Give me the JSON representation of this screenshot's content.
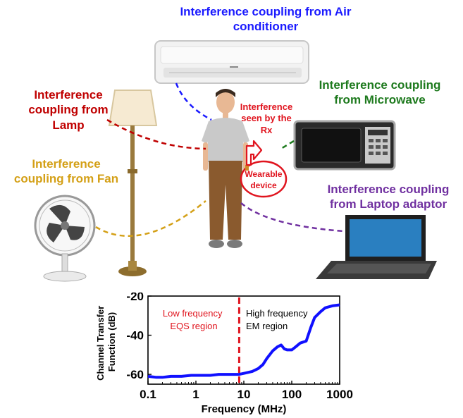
{
  "colors": {
    "air_conditioner": "#1a1aff",
    "lamp": "#c00000",
    "microwave": "#1e7a1e",
    "fan": "#d4a017",
    "laptop": "#7030a0",
    "rx": "#e0141e",
    "curve": "#1010ff"
  },
  "labels": {
    "air_conditioner": [
      "Interference coupling from Air",
      "conditioner"
    ],
    "lamp": [
      "Interference",
      "coupling from",
      "Lamp"
    ],
    "microwave": [
      "Interference coupling",
      "from Microwave"
    ],
    "fan": [
      "Interference",
      "coupling from Fan"
    ],
    "laptop": [
      "Interference coupling",
      "from Laptop adaptor"
    ],
    "rx": [
      "Interference",
      "seen by the",
      "Rx"
    ],
    "wearable": [
      "Wearable",
      "device"
    ]
  },
  "icons": [
    "air-conditioner-icon",
    "floor-lamp-icon",
    "microwave-icon",
    "desk-fan-icon",
    "laptop-icon",
    "person-avatar",
    "wearable-device-icon"
  ],
  "chart_data": {
    "type": "line",
    "xlabel": "Frequency (MHz)",
    "ylabel": "Channel Transfer Function (dB)",
    "x_scale": "log",
    "xlim": [
      0.1,
      1000
    ],
    "ylim": [
      -65,
      -20
    ],
    "x_ticks": [
      "0.1",
      "1",
      "10",
      "100",
      "1000"
    ],
    "x_tick_values": [
      0.1,
      1,
      10,
      100,
      1000
    ],
    "y_ticks": [
      "-20",
      "-40",
      "-60"
    ],
    "y_tick_values": [
      -20,
      -40,
      -60
    ],
    "boundary_x": 8,
    "region_low": [
      "Low frequency",
      "EQS region"
    ],
    "region_high": [
      "High frequency",
      "EM region"
    ],
    "series": [
      {
        "x": [
          0.1,
          0.15,
          0.2,
          0.3,
          0.5,
          0.8,
          1,
          2,
          3,
          5,
          8,
          10,
          15,
          20,
          25,
          30,
          40,
          50,
          60,
          70,
          80,
          100,
          120,
          150,
          200,
          250,
          300,
          400,
          500,
          700,
          1000
        ],
        "y": [
          -61,
          -61.5,
          -61.5,
          -61,
          -61,
          -60.5,
          -60.5,
          -60.5,
          -60,
          -60,
          -60,
          -59.5,
          -58.5,
          -57,
          -55,
          -52,
          -48,
          -46,
          -45,
          -47,
          -47.5,
          -47.5,
          -46,
          -44,
          -43,
          -36,
          -31,
          -28,
          -26,
          -25,
          -24.5
        ]
      }
    ]
  }
}
